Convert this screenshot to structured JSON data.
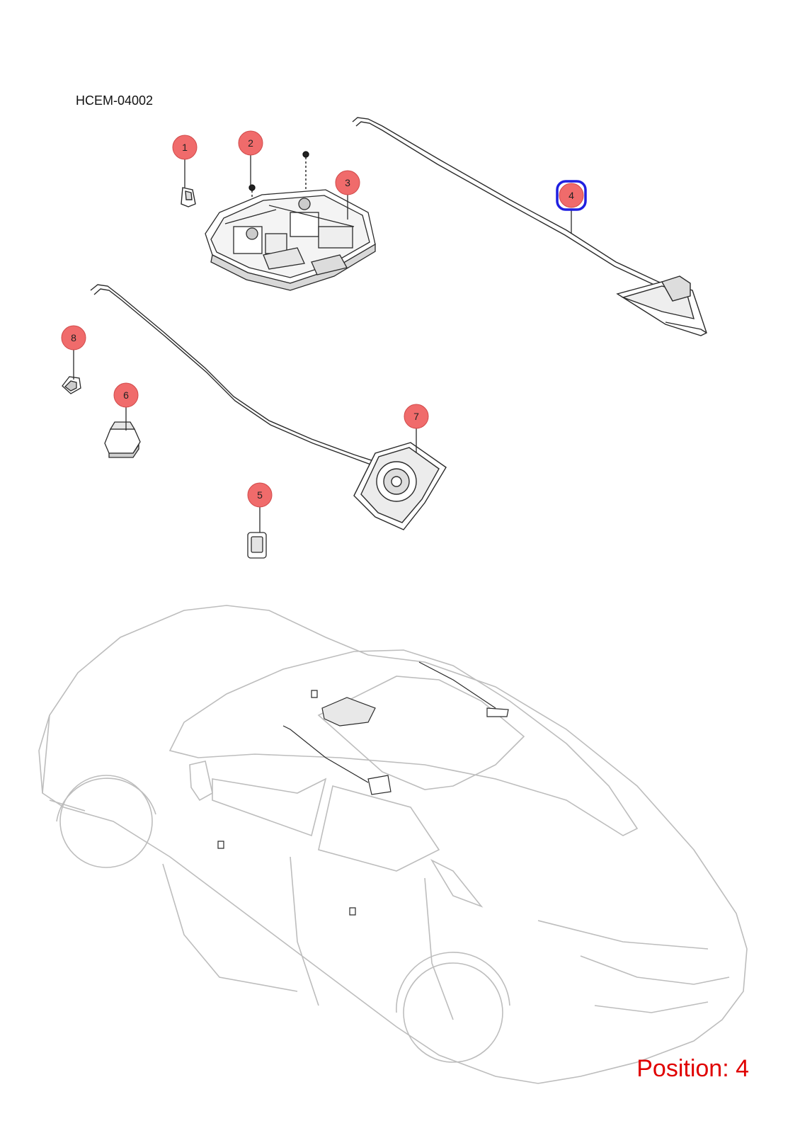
{
  "diagram": {
    "code": "HCEM-04002",
    "position_label": "Position: 4",
    "selected_callout": "4",
    "callouts": [
      "1",
      "2",
      "3",
      "4",
      "5",
      "6",
      "7",
      "8"
    ],
    "colors": {
      "callout_fill": "#f06b6b",
      "callout_stroke": "#d04a4a",
      "highlight": "#1f1fe0",
      "position_text": "#e00000",
      "car_outline": "#bdbdbd",
      "part_outline": "#2a2a2a"
    }
  }
}
